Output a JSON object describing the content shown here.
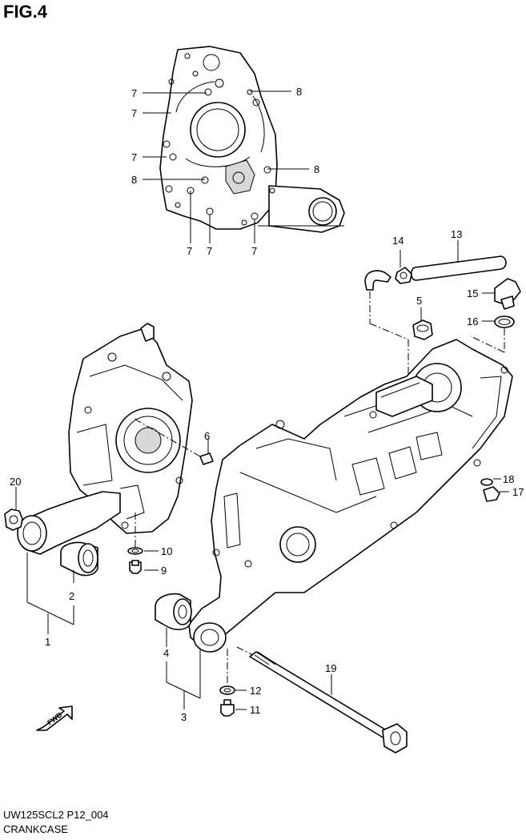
{
  "figure": {
    "title": "FIG.4",
    "code": "UW125SCL2 P12_004",
    "caption": "CRANKCASE",
    "fwd_label": "FWD"
  },
  "callouts": [
    {
      "id": "c7a",
      "label": "7"
    },
    {
      "id": "c8a",
      "label": "8"
    },
    {
      "id": "c7b",
      "label": "7"
    },
    {
      "id": "c7c",
      "label": "7"
    },
    {
      "id": "c8b",
      "label": "8"
    },
    {
      "id": "c8c",
      "label": "8"
    },
    {
      "id": "c7d",
      "label": "7"
    },
    {
      "id": "c7e",
      "label": "7"
    },
    {
      "id": "c7f",
      "label": "7"
    },
    {
      "id": "c14",
      "label": "14"
    },
    {
      "id": "c13",
      "label": "13"
    },
    {
      "id": "c15",
      "label": "15"
    },
    {
      "id": "c5",
      "label": "5"
    },
    {
      "id": "c16",
      "label": "16"
    },
    {
      "id": "c6",
      "label": "6"
    },
    {
      "id": "c20",
      "label": "20"
    },
    {
      "id": "c18",
      "label": "18"
    },
    {
      "id": "c17",
      "label": "17"
    },
    {
      "id": "c10",
      "label": "10"
    },
    {
      "id": "c9",
      "label": "9"
    },
    {
      "id": "c2",
      "label": "2"
    },
    {
      "id": "c1",
      "label": "1"
    },
    {
      "id": "c4",
      "label": "4"
    },
    {
      "id": "c19",
      "label": "19"
    },
    {
      "id": "c12",
      "label": "12"
    },
    {
      "id": "c11",
      "label": "11"
    },
    {
      "id": "c3",
      "label": "3"
    }
  ]
}
